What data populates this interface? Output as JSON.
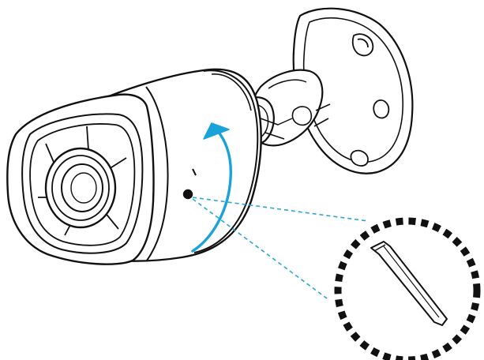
{
  "colors": {
    "outline": "#111111",
    "arrow": "#1aa3d9",
    "guide": "#2aa6d6",
    "callout_border": "#111111",
    "background": "#ffffff"
  },
  "illustration": {
    "subject": "bullet-camera",
    "callout_tool": "hex-key",
    "arrow_direction": "counter-clockwise"
  }
}
